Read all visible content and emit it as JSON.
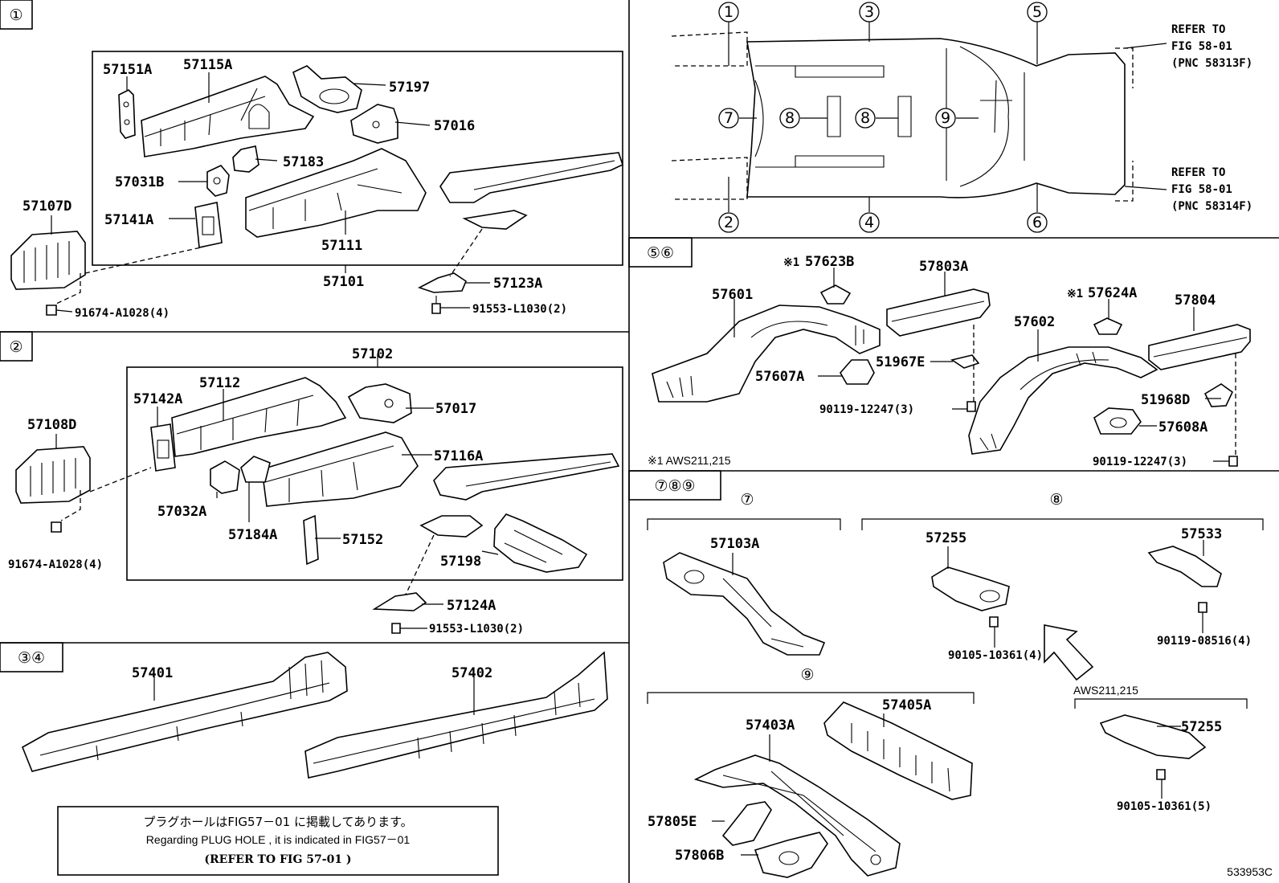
{
  "figure_id": "533953C",
  "sections": {
    "s1": {
      "badge": "①"
    },
    "s2": {
      "badge": "②"
    },
    "s34": {
      "badge": "③④"
    },
    "s56": {
      "badge": "⑤⑥"
    },
    "s789": {
      "badge": "⑦⑧⑨"
    }
  },
  "overview": {
    "markers": {
      "m1": "1",
      "m2": "2",
      "m3": "3",
      "m4": "4",
      "m5": "5",
      "m6": "6",
      "m7": "7",
      "m8": "8",
      "m9": "9"
    },
    "refer_top": [
      "REFER TO",
      "FIG 58-01",
      "(PNC 58313F)"
    ],
    "refer_bottom": [
      "REFER TO",
      "FIG 58-01",
      "(PNC 58314F)"
    ]
  },
  "parts": {
    "p57151A": "57151A",
    "p57115A": "57115A",
    "p57197": "57197",
    "p57016": "57016",
    "p57183": "57183",
    "p57031B": "57031B",
    "p57141A": "57141A",
    "p57107D": "57107D",
    "p57111": "57111",
    "p57101": "57101",
    "p57123A": "57123A",
    "b91674a": "91674-A1028(4)",
    "b91553a": "91553-L1030(2)",
    "p57102": "57102",
    "p57112": "57112",
    "p57142A": "57142A",
    "p57108D": "57108D",
    "p57017": "57017",
    "p57116A": "57116A",
    "p57032A": "57032A",
    "p57184A": "57184A",
    "p57152": "57152",
    "p57198": "57198",
    "p57124A": "57124A",
    "b91674b": "91674-A1028(4)",
    "b91553b": "91553-L1030(2)",
    "p57401": "57401",
    "p57402": "57402",
    "p57623B": "57623B",
    "p57803A": "57803A",
    "p57601": "57601",
    "p57607A": "57607A",
    "p51967E": "51967E",
    "b90119a": "90119-12247(3)",
    "p57624A": "57624A",
    "p57804": "57804",
    "p57602": "57602",
    "p51968D": "51968D",
    "p57608A": "57608A",
    "b90119b": "90119-12247(3)",
    "note_star": "※1",
    "note_aws": "※1 AWS211,215",
    "sub7": "⑦",
    "sub8": "⑧",
    "sub9": "⑨",
    "p57103A": "57103A",
    "p57255a": "57255",
    "p57533": "57533",
    "b90105a": "90105-10361(4)",
    "b90119c": "90119-08516(4)",
    "aws_label": "AWS211,215",
    "p57255b": "57255",
    "b90105b": "90105-10361(5)",
    "p57403A": "57403A",
    "p57405A": "57405A",
    "p57805E": "57805E",
    "p57806B": "57806B"
  },
  "note_box": {
    "jp": "プラグホールはFIG57－01 に掲載してあります。",
    "en": "Regarding PLUG HOLE , it is indicated in FIG57－01",
    "ref": "(REFER TO FIG 57-01   )"
  }
}
